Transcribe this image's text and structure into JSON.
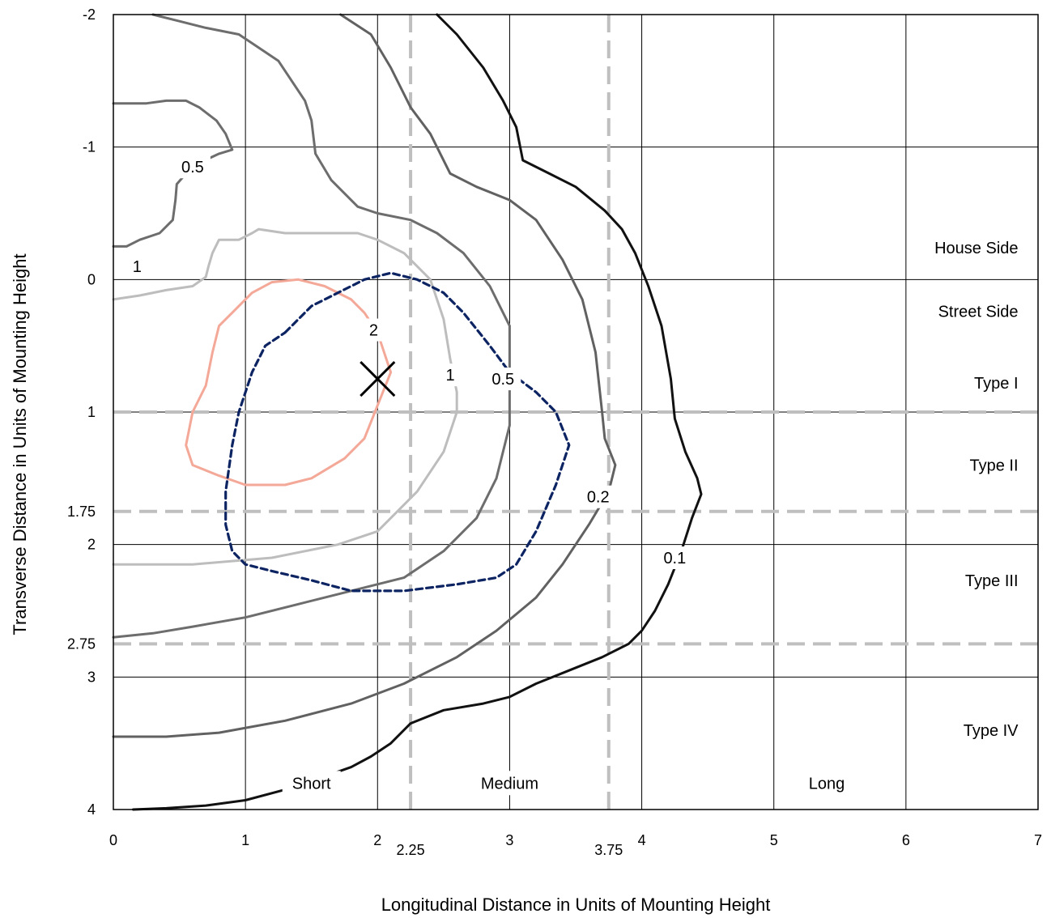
{
  "chart_data": {
    "type": "isofootcandle-contour",
    "xlabel": "Longitudinal Distance in Units of Mounting Height",
    "ylabel": "Transverse Distance in Units of Mounting Height",
    "xlim": [
      0,
      7
    ],
    "ylim": [
      -2,
      4
    ],
    "y_inverted": true,
    "grid": true,
    "x_ticks": [
      "0",
      "1",
      "2",
      "3",
      "4",
      "5",
      "6",
      "7"
    ],
    "x_ticks_extra": [
      {
        "value": 2.25,
        "label": "2.25"
      },
      {
        "value": 3.75,
        "label": "3.75"
      }
    ],
    "y_ticks": [
      "-2",
      "-1",
      "0",
      "1",
      "2",
      "3",
      "4"
    ],
    "y_ticks_extra": [
      {
        "value": 1.75,
        "label": "1.75"
      },
      {
        "value": 2.75,
        "label": "2.75"
      }
    ],
    "dashed_x": [
      2.25,
      3.75
    ],
    "dashed_y": [
      1,
      1.75,
      2.75
    ],
    "marker": {
      "x": 2.0,
      "y": 0.75,
      "symbol": "X"
    },
    "region_labels": [
      {
        "text": "House Side",
        "x": 6.55,
        "y": -0.24
      },
      {
        "text": "Street Side",
        "x": 6.55,
        "y": 0.24
      },
      {
        "text": "Type I",
        "x": 6.55,
        "y": 0.78
      },
      {
        "text": "Type II",
        "x": 6.55,
        "y": 1.4
      },
      {
        "text": "Type III",
        "x": 6.55,
        "y": 2.27
      },
      {
        "text": "Type IV",
        "x": 6.55,
        "y": 3.4
      },
      {
        "text": "Short",
        "x": 1.5,
        "y": 3.8
      },
      {
        "text": "Medium",
        "x": 3.0,
        "y": 3.8
      },
      {
        "text": "Long",
        "x": 5.4,
        "y": 3.8
      }
    ],
    "contours": [
      {
        "name": "0.1",
        "color": "#111111",
        "dash": false,
        "width": 3,
        "label_at": [
          4.25,
          2.1
        ],
        "points": [
          [
            2.45,
            -2.0
          ],
          [
            2.6,
            -1.85
          ],
          [
            2.8,
            -1.6
          ],
          [
            2.95,
            -1.35
          ],
          [
            3.05,
            -1.15
          ],
          [
            3.1,
            -0.9
          ],
          [
            3.3,
            -0.8
          ],
          [
            3.5,
            -0.7
          ],
          [
            3.72,
            -0.52
          ],
          [
            3.85,
            -0.38
          ],
          [
            3.95,
            -0.2
          ],
          [
            4.05,
            0.05
          ],
          [
            4.15,
            0.35
          ],
          [
            4.22,
            0.75
          ],
          [
            4.25,
            1.05
          ],
          [
            4.33,
            1.3
          ],
          [
            4.42,
            1.5
          ],
          [
            4.45,
            1.62
          ],
          [
            4.38,
            1.8
          ],
          [
            4.3,
            2.05
          ],
          [
            4.2,
            2.3
          ],
          [
            4.1,
            2.5
          ],
          [
            4.0,
            2.65
          ],
          [
            3.9,
            2.75
          ],
          [
            3.7,
            2.85
          ],
          [
            3.45,
            2.95
          ],
          [
            3.2,
            3.05
          ],
          [
            3.0,
            3.15
          ],
          [
            2.8,
            3.2
          ],
          [
            2.5,
            3.25
          ],
          [
            2.25,
            3.35
          ],
          [
            2.1,
            3.5
          ],
          [
            1.95,
            3.6
          ],
          [
            1.8,
            3.68
          ],
          [
            1.6,
            3.75
          ],
          [
            1.3,
            3.85
          ],
          [
            1.0,
            3.93
          ],
          [
            0.7,
            3.97
          ],
          [
            0.4,
            3.99
          ],
          [
            0.15,
            4.0
          ]
        ]
      },
      {
        "name": "0.2",
        "color": "#616161",
        "dash": false,
        "width": 3,
        "label_at": [
          3.67,
          1.64
        ],
        "points": [
          [
            1.72,
            -2.0
          ],
          [
            1.95,
            -1.85
          ],
          [
            2.1,
            -1.6
          ],
          [
            2.25,
            -1.3
          ],
          [
            2.4,
            -1.1
          ],
          [
            2.55,
            -0.8
          ],
          [
            2.75,
            -0.7
          ],
          [
            3.0,
            -0.6
          ],
          [
            3.2,
            -0.45
          ],
          [
            3.4,
            -0.15
          ],
          [
            3.55,
            0.15
          ],
          [
            3.65,
            0.55
          ],
          [
            3.7,
            1.0
          ],
          [
            3.72,
            1.2
          ],
          [
            3.8,
            1.4
          ],
          [
            3.75,
            1.6
          ],
          [
            3.6,
            1.85
          ],
          [
            3.4,
            2.15
          ],
          [
            3.2,
            2.4
          ],
          [
            2.9,
            2.65
          ],
          [
            2.6,
            2.85
          ],
          [
            2.2,
            3.05
          ],
          [
            1.8,
            3.2
          ],
          [
            1.3,
            3.33
          ],
          [
            0.8,
            3.42
          ],
          [
            0.4,
            3.45
          ],
          [
            0.0,
            3.45
          ]
        ]
      },
      {
        "name": "0.5",
        "color": "#6d6d6d",
        "dash": false,
        "width": 3,
        "label_at": [
          0.6,
          -0.85
        ],
        "points": [
          [
            0.0,
            -1.33
          ],
          [
            0.25,
            -1.33
          ],
          [
            0.4,
            -1.35
          ],
          [
            0.55,
            -1.35
          ],
          [
            0.65,
            -1.3
          ],
          [
            0.78,
            -1.2
          ],
          [
            0.85,
            -1.1
          ],
          [
            0.9,
            -0.98
          ],
          [
            0.8,
            -0.95
          ],
          [
            0.65,
            -0.88
          ],
          [
            0.55,
            -0.8
          ],
          [
            0.48,
            -0.72
          ],
          [
            0.47,
            -0.6
          ],
          [
            0.45,
            -0.45
          ],
          [
            0.35,
            -0.35
          ],
          [
            0.2,
            -0.3
          ],
          [
            0.1,
            -0.25
          ],
          [
            0.0,
            -0.25
          ]
        ]
      },
      {
        "name": "0.5b",
        "color": "#6d6d6d",
        "dash": false,
        "width": 3,
        "label_at": [
          2.95,
          0.75
        ],
        "points": [
          [
            0.3,
            -2.0
          ],
          [
            0.5,
            -1.95
          ],
          [
            0.7,
            -1.9
          ],
          [
            0.95,
            -1.85
          ],
          [
            1.1,
            -1.75
          ],
          [
            1.25,
            -1.65
          ],
          [
            1.35,
            -1.5
          ],
          [
            1.45,
            -1.35
          ],
          [
            1.5,
            -1.2
          ],
          [
            1.53,
            -0.95
          ],
          [
            1.65,
            -0.75
          ],
          [
            1.85,
            -0.55
          ],
          [
            2.0,
            -0.5
          ],
          [
            2.25,
            -0.45
          ],
          [
            2.45,
            -0.35
          ],
          [
            2.65,
            -0.2
          ],
          [
            2.85,
            0.05
          ],
          [
            3.0,
            0.35
          ],
          [
            3.0,
            0.8
          ],
          [
            3.0,
            1.1
          ],
          [
            2.9,
            1.5
          ],
          [
            2.75,
            1.8
          ],
          [
            2.5,
            2.05
          ],
          [
            2.2,
            2.25
          ],
          [
            1.8,
            2.35
          ],
          [
            1.4,
            2.45
          ],
          [
            1.0,
            2.55
          ],
          [
            0.6,
            2.62
          ],
          [
            0.3,
            2.67
          ],
          [
            0.0,
            2.7
          ]
        ]
      },
      {
        "name": "1",
        "color": "#bdbdbd",
        "dash": false,
        "width": 3,
        "label_at": [
          2.55,
          0.72
        ],
        "points": [
          [
            0.0,
            0.15
          ],
          [
            0.2,
            0.12
          ],
          [
            0.4,
            0.08
          ],
          [
            0.6,
            0.05
          ],
          [
            0.7,
            -0.02
          ],
          [
            0.72,
            -0.1
          ],
          [
            0.75,
            -0.2
          ],
          [
            0.8,
            -0.3
          ],
          [
            0.95,
            -0.3
          ],
          [
            1.05,
            -0.35
          ],
          [
            1.1,
            -0.38
          ],
          [
            1.3,
            -0.35
          ],
          [
            1.6,
            -0.35
          ],
          [
            1.85,
            -0.35
          ],
          [
            2.0,
            -0.3
          ],
          [
            2.2,
            -0.2
          ],
          [
            2.4,
            0.0
          ],
          [
            2.5,
            0.3
          ],
          [
            2.55,
            0.6
          ],
          [
            2.6,
            0.85
          ],
          [
            2.6,
            1.0
          ],
          [
            2.5,
            1.3
          ],
          [
            2.3,
            1.6
          ],
          [
            2.0,
            1.9
          ],
          [
            1.7,
            2.0
          ],
          [
            1.2,
            2.1
          ],
          [
            0.6,
            2.15
          ],
          [
            0.0,
            2.15
          ]
        ]
      },
      {
        "name": "2",
        "color": "#f4a898",
        "dash": false,
        "width": 3,
        "label_at": [
          1.97,
          0.38
        ],
        "points": [
          [
            1.4,
            0.0
          ],
          [
            1.6,
            0.05
          ],
          [
            1.8,
            0.15
          ],
          [
            1.9,
            0.25
          ],
          [
            2.0,
            0.4
          ],
          [
            2.05,
            0.55
          ],
          [
            2.1,
            0.7
          ],
          [
            2.0,
            0.95
          ],
          [
            1.9,
            1.2
          ],
          [
            1.75,
            1.35
          ],
          [
            1.5,
            1.5
          ],
          [
            1.3,
            1.55
          ],
          [
            1.0,
            1.55
          ],
          [
            0.8,
            1.48
          ],
          [
            0.6,
            1.4
          ],
          [
            0.55,
            1.25
          ],
          [
            0.6,
            1.0
          ],
          [
            0.7,
            0.8
          ],
          [
            0.75,
            0.55
          ],
          [
            0.8,
            0.35
          ],
          [
            0.9,
            0.25
          ],
          [
            1.05,
            0.1
          ],
          [
            1.2,
            0.02
          ],
          [
            1.4,
            0.0
          ]
        ]
      },
      {
        "name": "0.5 dashed",
        "color": "#0d2463",
        "dash": true,
        "width": 3.2,
        "label_at": [
          2.95,
          0.75
        ],
        "points": [
          [
            1.3,
            0.4
          ],
          [
            1.5,
            0.2
          ],
          [
            1.7,
            0.1
          ],
          [
            1.9,
            0.0
          ],
          [
            2.1,
            -0.05
          ],
          [
            2.3,
            0.0
          ],
          [
            2.5,
            0.1
          ],
          [
            2.65,
            0.25
          ],
          [
            2.85,
            0.5
          ],
          [
            3.0,
            0.7
          ],
          [
            3.2,
            0.85
          ],
          [
            3.35,
            1.0
          ],
          [
            3.45,
            1.25
          ],
          [
            3.35,
            1.55
          ],
          [
            3.2,
            1.9
          ],
          [
            3.05,
            2.15
          ],
          [
            2.9,
            2.25
          ],
          [
            2.6,
            2.3
          ],
          [
            2.2,
            2.35
          ],
          [
            1.8,
            2.35
          ],
          [
            1.5,
            2.27
          ],
          [
            1.2,
            2.2
          ],
          [
            1.0,
            2.15
          ],
          [
            0.9,
            2.05
          ],
          [
            0.85,
            1.85
          ],
          [
            0.85,
            1.6
          ],
          [
            0.9,
            1.25
          ],
          [
            0.95,
            1.0
          ],
          [
            1.05,
            0.7
          ],
          [
            1.15,
            0.5
          ],
          [
            1.3,
            0.4
          ]
        ]
      }
    ]
  }
}
